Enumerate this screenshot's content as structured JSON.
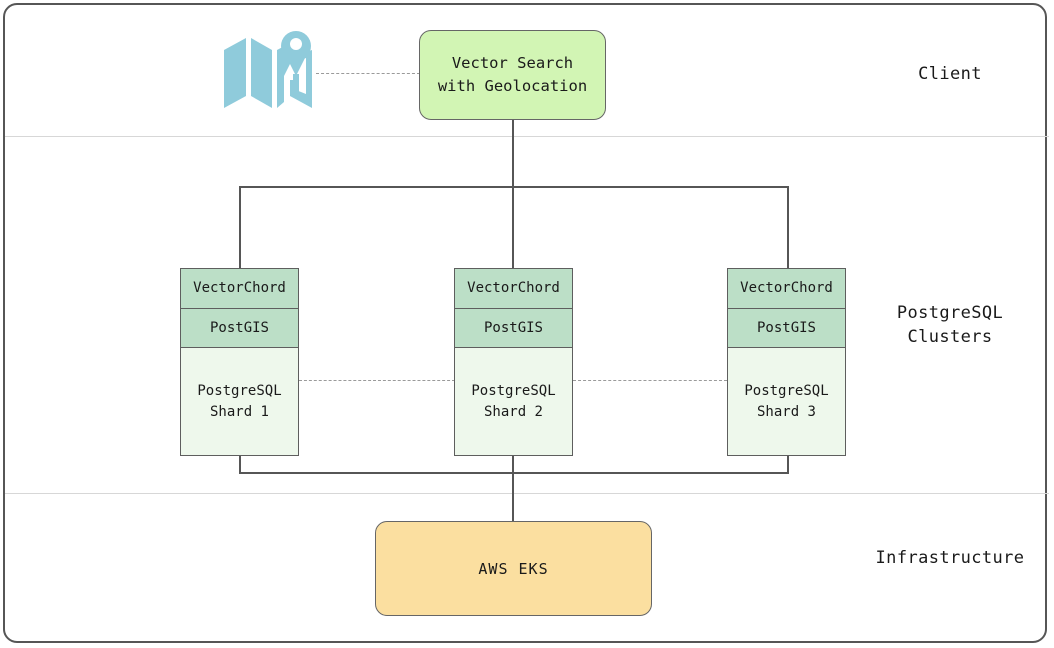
{
  "diagram": {
    "lanes": [
      {
        "label": "Client"
      },
      {
        "label": "PostgreSQL\nClusters"
      },
      {
        "label": "Infrastructure"
      }
    ],
    "client_node": {
      "label": "Vector Search\nwith Geolocation",
      "fill": "#d2f5b4",
      "stroke": "#666666"
    },
    "geo_icon": {
      "name": "map-location-pin-icon",
      "color": "#8fcbdb"
    },
    "shards": [
      {
        "extensions": [
          "VectorChord",
          "PostGIS"
        ],
        "base_label": "PostgreSQL\nShard 1"
      },
      {
        "extensions": [
          "VectorChord",
          "PostGIS"
        ],
        "base_label": "PostgreSQL\nShard 2"
      },
      {
        "extensions": [
          "VectorChord",
          "PostGIS"
        ],
        "base_label": "PostgreSQL\nShard 3"
      }
    ],
    "shard_colors": {
      "extension_fill": "#bcdfc7",
      "base_fill": "#eef8ec",
      "stroke": "#5e5e5e"
    },
    "infra_node": {
      "label": "AWS EKS",
      "fill": "#fbdfa0",
      "stroke": "#666666"
    },
    "connector_colors": {
      "solid": "#565656",
      "dashed": "#9a9a9a",
      "lane_divider": "#d7d7d7",
      "frame": "#565656"
    }
  }
}
